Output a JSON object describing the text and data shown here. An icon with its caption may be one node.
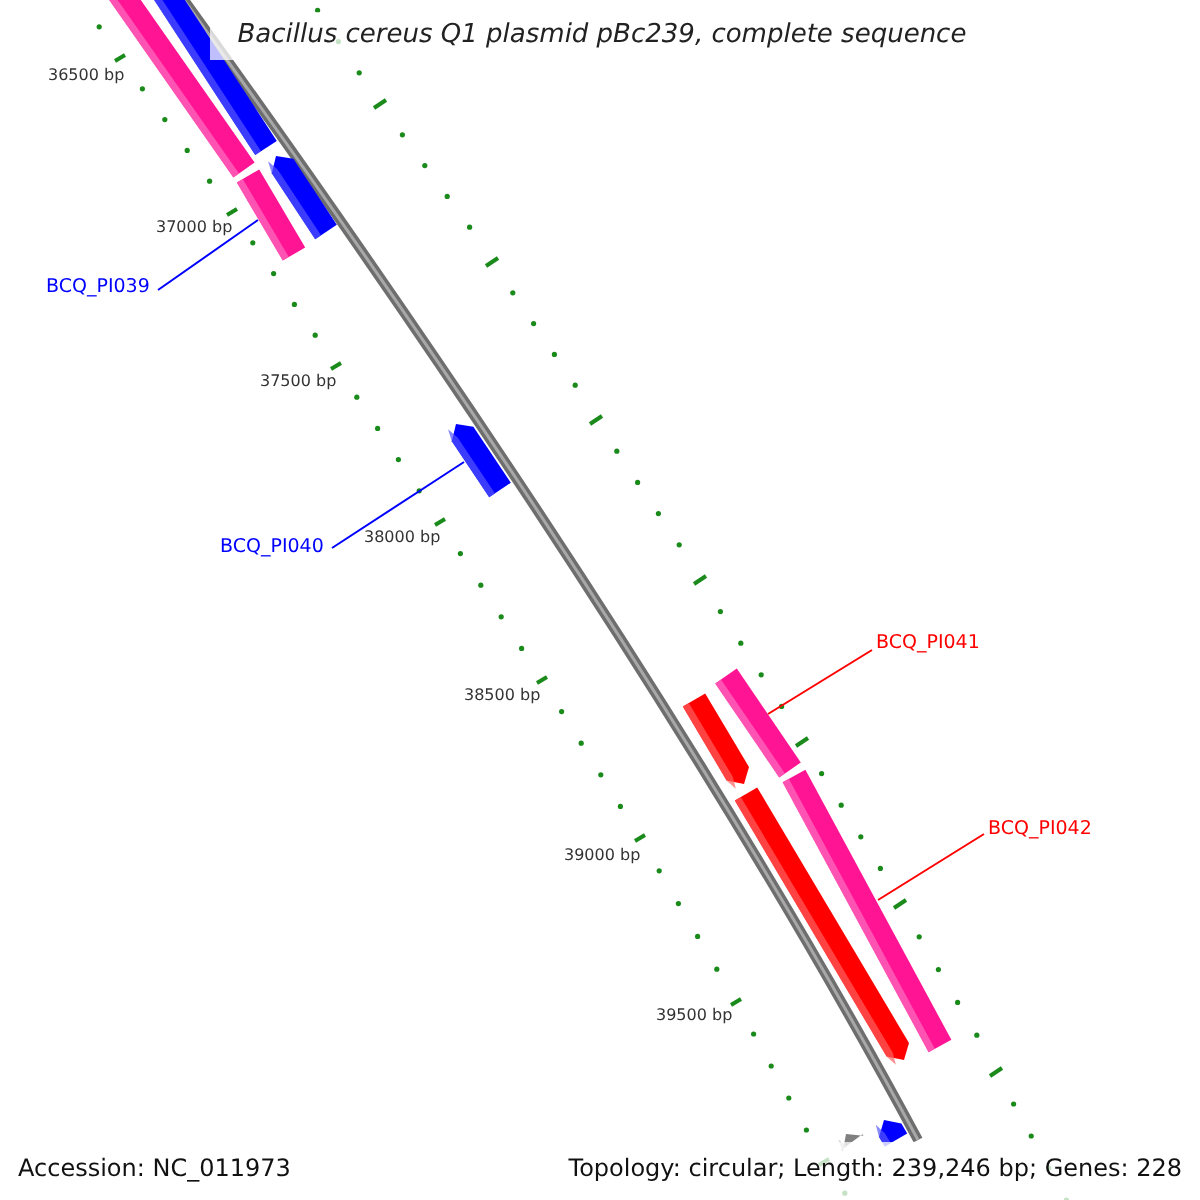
{
  "diagram": {
    "title": "Bacillus cereus Q1 plasmid pBc239, complete sequence",
    "nodes": [
      {
        "text": [
          "BCQ_PI039"
        ]
      },
      {
        "text": [],
        "shape": "bar"
      },
      {
        "text": [
          "BCQ_PI040"
        ]
      },
      {
        "text": [],
        "shape": "bar"
      },
      {
        "text": [
          "BCQ_PI041"
        ]
      },
      {
        "text": [],
        "shape": "bar"
      },
      {
        "text": [
          "BCQ_PI042"
        ]
      },
      {
        "text": [],
        "shape": "bar"
      }
    ],
    "edges": [
      {
        "from": 0,
        "to": 1,
        "arrow": "none",
        "color": "#0000ff"
      },
      {
        "from": 2,
        "to": 3,
        "arrow": "none",
        "color": "#0000ff"
      },
      {
        "from": 4,
        "to": 5,
        "arrow": "none",
        "color": "#ff0000"
      },
      {
        "from": 6,
        "to": 7,
        "arrow": "none",
        "color": "#ff0000"
      }
    ],
    "labels": [
      "36500 bp",
      "37000 bp",
      "37500 bp",
      "38000 bp",
      "38500 bp",
      "39000 bp",
      "39500 bp",
      "Accession: NC_011973",
      "Topology: circular; Length: 239,246 bp; Genes: 228"
    ]
  }
}
